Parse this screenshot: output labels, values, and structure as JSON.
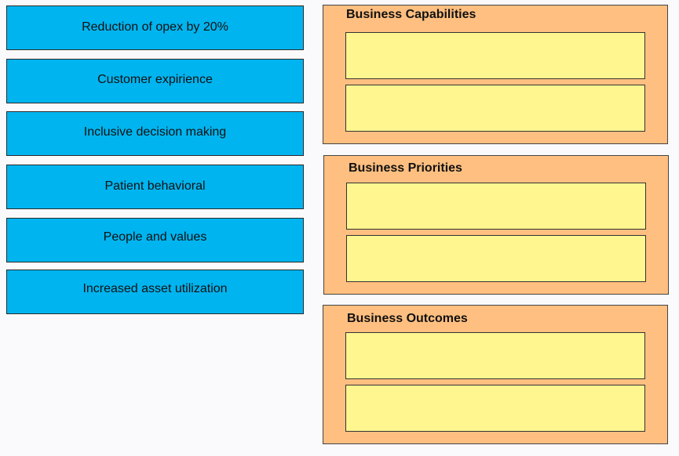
{
  "options": [
    {
      "label": "Reduction of opex by 20%"
    },
    {
      "label": "Customer expirience"
    },
    {
      "label": "Inclusive decision making"
    },
    {
      "label": "Patient behavioral"
    },
    {
      "label": "People and values"
    },
    {
      "label": "Increased asset utilization"
    }
  ],
  "targets": [
    {
      "title": "Business Capabilities"
    },
    {
      "title": "Business Priorities"
    },
    {
      "title": "Business Outcomes"
    }
  ],
  "colors": {
    "option_fill": "#00b4ef",
    "panel_fill": "#ffbf80",
    "slot_fill": "#fff68f"
  }
}
